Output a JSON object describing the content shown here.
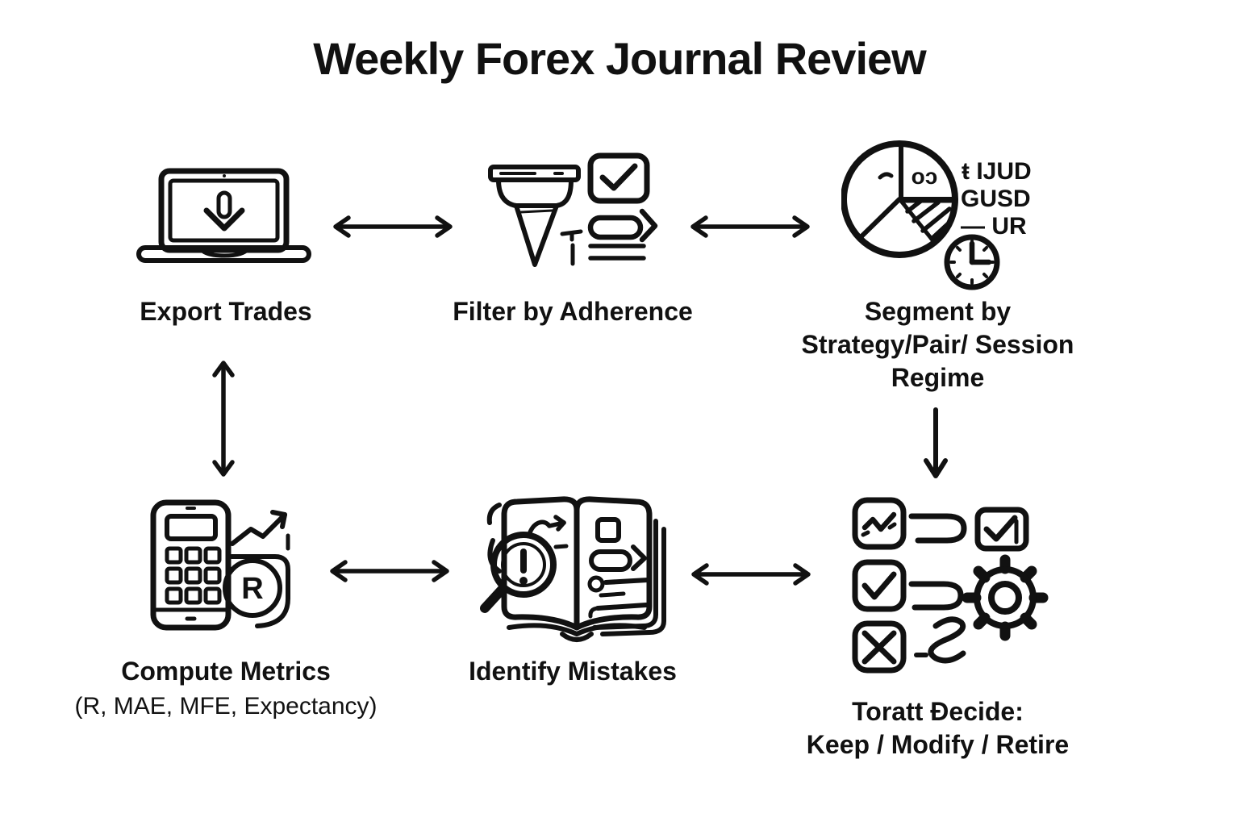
{
  "title": "Weekly Forex Journal Review",
  "colors": {
    "ink": "#111111",
    "background": "#ffffff"
  },
  "flow": {
    "export": {
      "label": "Export Trades"
    },
    "filter": {
      "label": "Filter by Adherence"
    },
    "segment": {
      "label_line1": "Segment by",
      "label_line2": "Strategy/Pair/ Session",
      "label_line3": "Regime",
      "pie_inner_text": "oɔ",
      "pair_label_1": "ŧ IJUD",
      "pair_label_2": "GUSD",
      "pair_label_3": "— UR"
    },
    "compute": {
      "label": "Compute Metrics",
      "sublabel": "(R, MAE, MFE, Expectancy)",
      "coin_letter": "R"
    },
    "identify": {
      "label": "Identify Mistakes"
    },
    "decide": {
      "label_line1": "Toratt Ðecide:",
      "label_line2": "Keep / Modify / Retire"
    }
  }
}
